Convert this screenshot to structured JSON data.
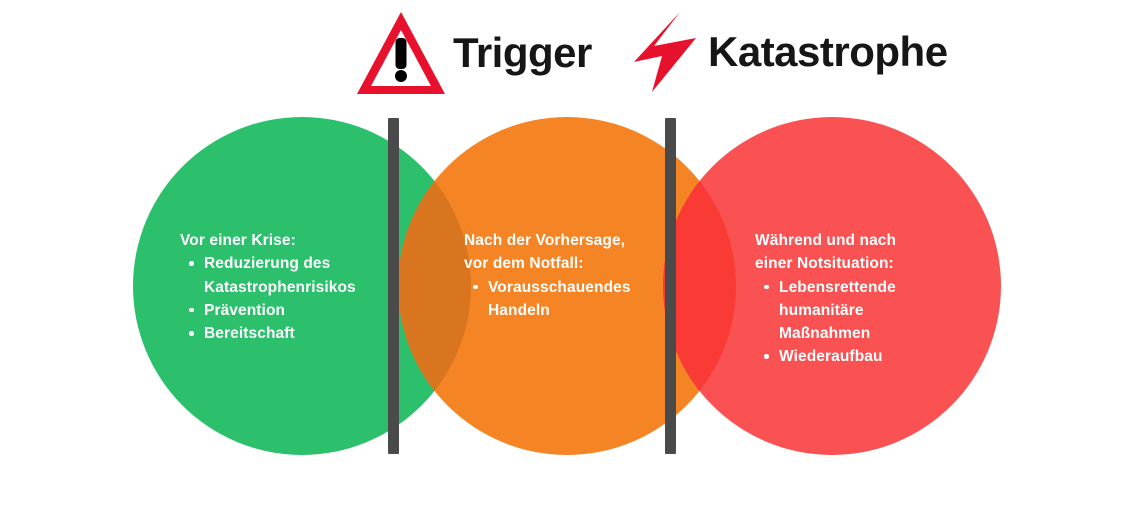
{
  "header": {
    "trigger": {
      "icon": "warning-triangle-icon",
      "label": "Trigger",
      "icon_color": "#E8112D",
      "text_color": "#161616"
    },
    "catastrophe": {
      "icon": "lightning-bolt-icon",
      "label": "Katastrophe",
      "icon_color": "#E8112D",
      "text_color": "#161616"
    }
  },
  "diagram": {
    "type": "venn",
    "background": "#FFFFFF",
    "dividers": [
      {
        "name": "trigger-divider",
        "color": "#4A4A4A"
      },
      {
        "name": "catastrophe-divider",
        "color": "#4A4A4A"
      }
    ],
    "phases": [
      {
        "id": "before-crisis",
        "color": "#2CC06D",
        "heading_lines": [
          "Vor einer Krise:"
        ],
        "items": [
          "Reduzierung des Katastrophenrisikos",
          "Prävention",
          "Bereitschaft"
        ]
      },
      {
        "id": "after-forecast",
        "color": "#F58424",
        "heading_lines": [
          "Nach der Vorhersage,",
          "vor dem Notfall:"
        ],
        "items": [
          "Vorausschauendes Handeln"
        ]
      },
      {
        "id": "during-after-emergency",
        "color": "#FA5252",
        "heading_lines": [
          "Während und nach",
          "einer Notsituation:"
        ],
        "items": [
          "Lebensrettende humanitäre Maßnahmen",
          "Wiederaufbau"
        ]
      }
    ],
    "overlap_colors": {
      "green_orange": "#D9751F",
      "orange_red": "#FA3A34"
    }
  }
}
